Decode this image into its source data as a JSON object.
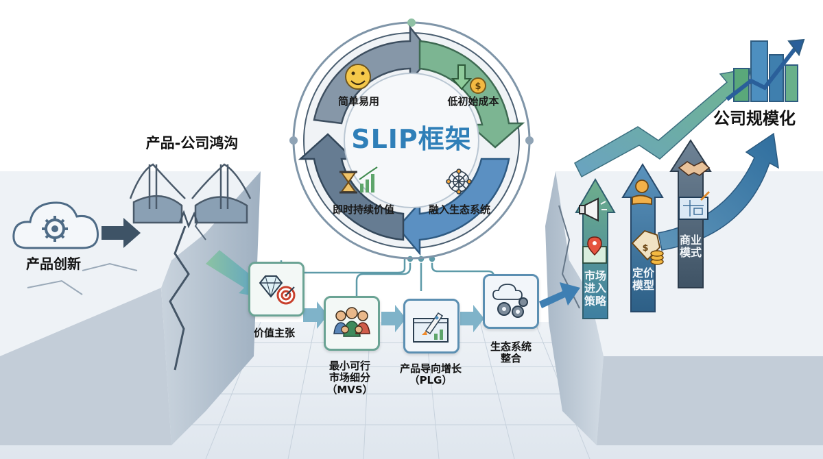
{
  "center": {
    "title": "SLIP框架"
  },
  "segments": {
    "simple": "简单易用",
    "low_cost": "低初始成本",
    "instant_value": "即时持续价值",
    "ecosystem": "融入生态系统"
  },
  "left": {
    "gap_title": "产品-公司鸿沟",
    "innovation": "产品创新"
  },
  "steps": [
    {
      "label": "价值主张"
    },
    {
      "label": "最小可行\n市场细分\n（MVS）"
    },
    {
      "label": "产品导向增长\n（PLG）"
    },
    {
      "label": "生态系统\n整合"
    }
  ],
  "right": {
    "scale_title": "公司规模化",
    "columns": [
      {
        "label": "市场\n进入\n策略"
      },
      {
        "label": "定价\n模型"
      },
      {
        "label": "商业\n模式"
      }
    ]
  }
}
